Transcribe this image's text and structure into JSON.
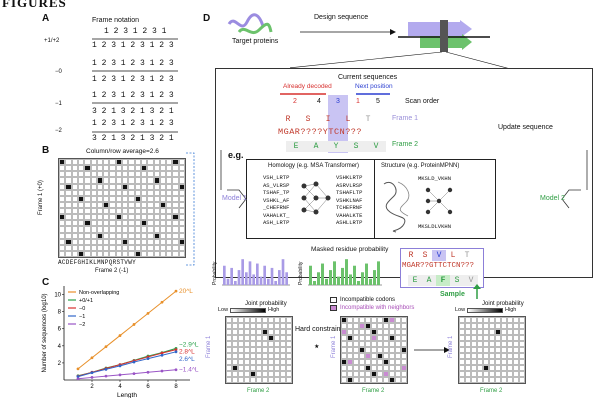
{
  "header": {
    "text": "FIGURES"
  },
  "panelA": {
    "label": "A",
    "title": "Frame notation",
    "rows": [
      {
        "label": "+1/+2",
        "top": "1 2 3 1 2 3 1",
        "bottom": "1 2 3 1 2 3 1 2 3"
      },
      {
        "label": "−0",
        "top": "1 2 3 1 2 3 1 2 3",
        "bottom": "1 2 3 1 2 3 1 2 3"
      },
      {
        "label": "−1",
        "top": "1 2 3 1 2 3 1 2 3",
        "bottom": "3 2 1 3 2 1 3 2 1"
      },
      {
        "label": "−2",
        "top": "1 2 3 1 2 3 1 2 3",
        "bottom": "3 2 1 3 2 1 3 2 1"
      }
    ]
  },
  "panelB": {
    "label": "B",
    "title": "Column/row average=2.6",
    "ylabel": "Frame 1 (+0)",
    "xlabel": "Frame 2 (-1)",
    "xticks": "ACDEFGHIKLMNPQRSTVWY"
  },
  "panelC": {
    "label": "C",
    "ylabel": "Number of sequences (log10)",
    "xlabel": "Length",
    "legend_title": "Non-overlapping"
  },
  "chart_data": {
    "type": "line",
    "title": "",
    "xlabel": "Length",
    "ylabel": "Number of sequences (log10)",
    "xlim": [
      0,
      9
    ],
    "ylim": [
      0,
      11
    ],
    "xticks": [
      "2",
      "4",
      "6",
      "8"
    ],
    "yticks": [
      "2",
      "4",
      "6",
      "8",
      "10"
    ],
    "series": [
      {
        "name": "Non-overlapping",
        "color": "#e8902a",
        "label": "20^L",
        "x": [
          1,
          2,
          3,
          4,
          5,
          6,
          7,
          8
        ],
        "y": [
          1.3,
          2.6,
          3.9,
          5.2,
          6.5,
          7.8,
          9.1,
          10.4
        ]
      },
      {
        "name": "+0/+1",
        "color": "#2aa14b",
        "label": "~2.9^L",
        "x": [
          1,
          2,
          3,
          4,
          5,
          6,
          7,
          8
        ],
        "y": [
          0.5,
          0.9,
          1.4,
          1.8,
          2.3,
          2.8,
          3.2,
          3.7
        ]
      },
      {
        "name": "−0",
        "color": "#d7302f",
        "label": "2.8^L",
        "x": [
          1,
          2,
          3,
          4,
          5,
          6,
          7,
          8
        ],
        "y": [
          0.45,
          0.9,
          1.35,
          1.8,
          2.25,
          2.7,
          3.15,
          3.55
        ]
      },
      {
        "name": "−1",
        "color": "#3166c9",
        "label": "2.6^L",
        "x": [
          1,
          2,
          3,
          4,
          5,
          6,
          7,
          8
        ],
        "y": [
          0.4,
          0.85,
          1.25,
          1.65,
          2.1,
          2.5,
          2.9,
          3.3
        ]
      },
      {
        "name": "−2",
        "color": "#9a55c6",
        "label": "~1.4^L",
        "x": [
          1,
          2,
          3,
          4,
          5,
          6,
          7,
          8
        ],
        "y": [
          0.15,
          0.3,
          0.45,
          0.6,
          0.75,
          0.9,
          1.05,
          1.2
        ]
      }
    ]
  },
  "panelD": {
    "label": "D",
    "target_label": "Target proteins",
    "design_label": "Design sequence",
    "current_sequences": "Current sequences",
    "already_decoded": "Already decoded",
    "next_position": "Next position",
    "scan_order": [
      "2",
      "4",
      "3",
      "1",
      "5"
    ],
    "scan_order_label": "Scan order",
    "frame1_aa": [
      "R",
      "S",
      "I",
      "L",
      "T"
    ],
    "nt_seq": "MGAR????YTCN???",
    "frame2_aa": [
      "E",
      "A",
      "Y",
      "S",
      "V"
    ],
    "frame1_label": "Frame 1",
    "frame2_label": "Frame 2",
    "update_sequence": "Update sequence",
    "eg": "e.g.",
    "homology": "Homology (e.g. MSA Transformer)",
    "structure": "Structure (e.g. ProteinMPNN)",
    "msa_left": [
      "VSH_LRTP",
      "AS_VLRSP",
      "TSHAF_TP",
      "VSHKL_AF",
      "_CHEFRNF",
      "VAHALKT_",
      "ASH_LRTP"
    ],
    "msa_right": [
      "VSHKLRTP",
      "ASRVLRSP",
      "TSHAFLTP",
      "VSHKLNAF",
      "TCHEFRNF",
      "VAHALKTE",
      "ASHLLRTP"
    ],
    "struct_in": "MKSLD_VKHN",
    "struct_out": "MKSLDLVKHN",
    "model1": "Model 1",
    "model2": "Model 2",
    "masked_prob": "Masked residue probability",
    "probability": "Probability",
    "joint_prob": "Joint probability",
    "low": "Low",
    "high": "High",
    "incompatible_codons": "Incompatible codons",
    "incompatible_neighbors": "Incompatible with neighbors",
    "hard_constrain": "Hard constrain",
    "sample": "Sample",
    "result_frame1": [
      "R",
      "S",
      "V",
      "L",
      "T"
    ],
    "result_nt": "MGAR??GTTCTCN???",
    "result_frame2": [
      "E",
      "A",
      "F",
      "S",
      "V"
    ]
  },
  "colors": {
    "frame1": "#c0392b",
    "frame2": "#2f9e44",
    "decoded": "#d7302f",
    "next": "#2b3fd1",
    "highlight": "#b9b4ef",
    "purple": "#8c7fd8",
    "green": "#5cb85c"
  }
}
